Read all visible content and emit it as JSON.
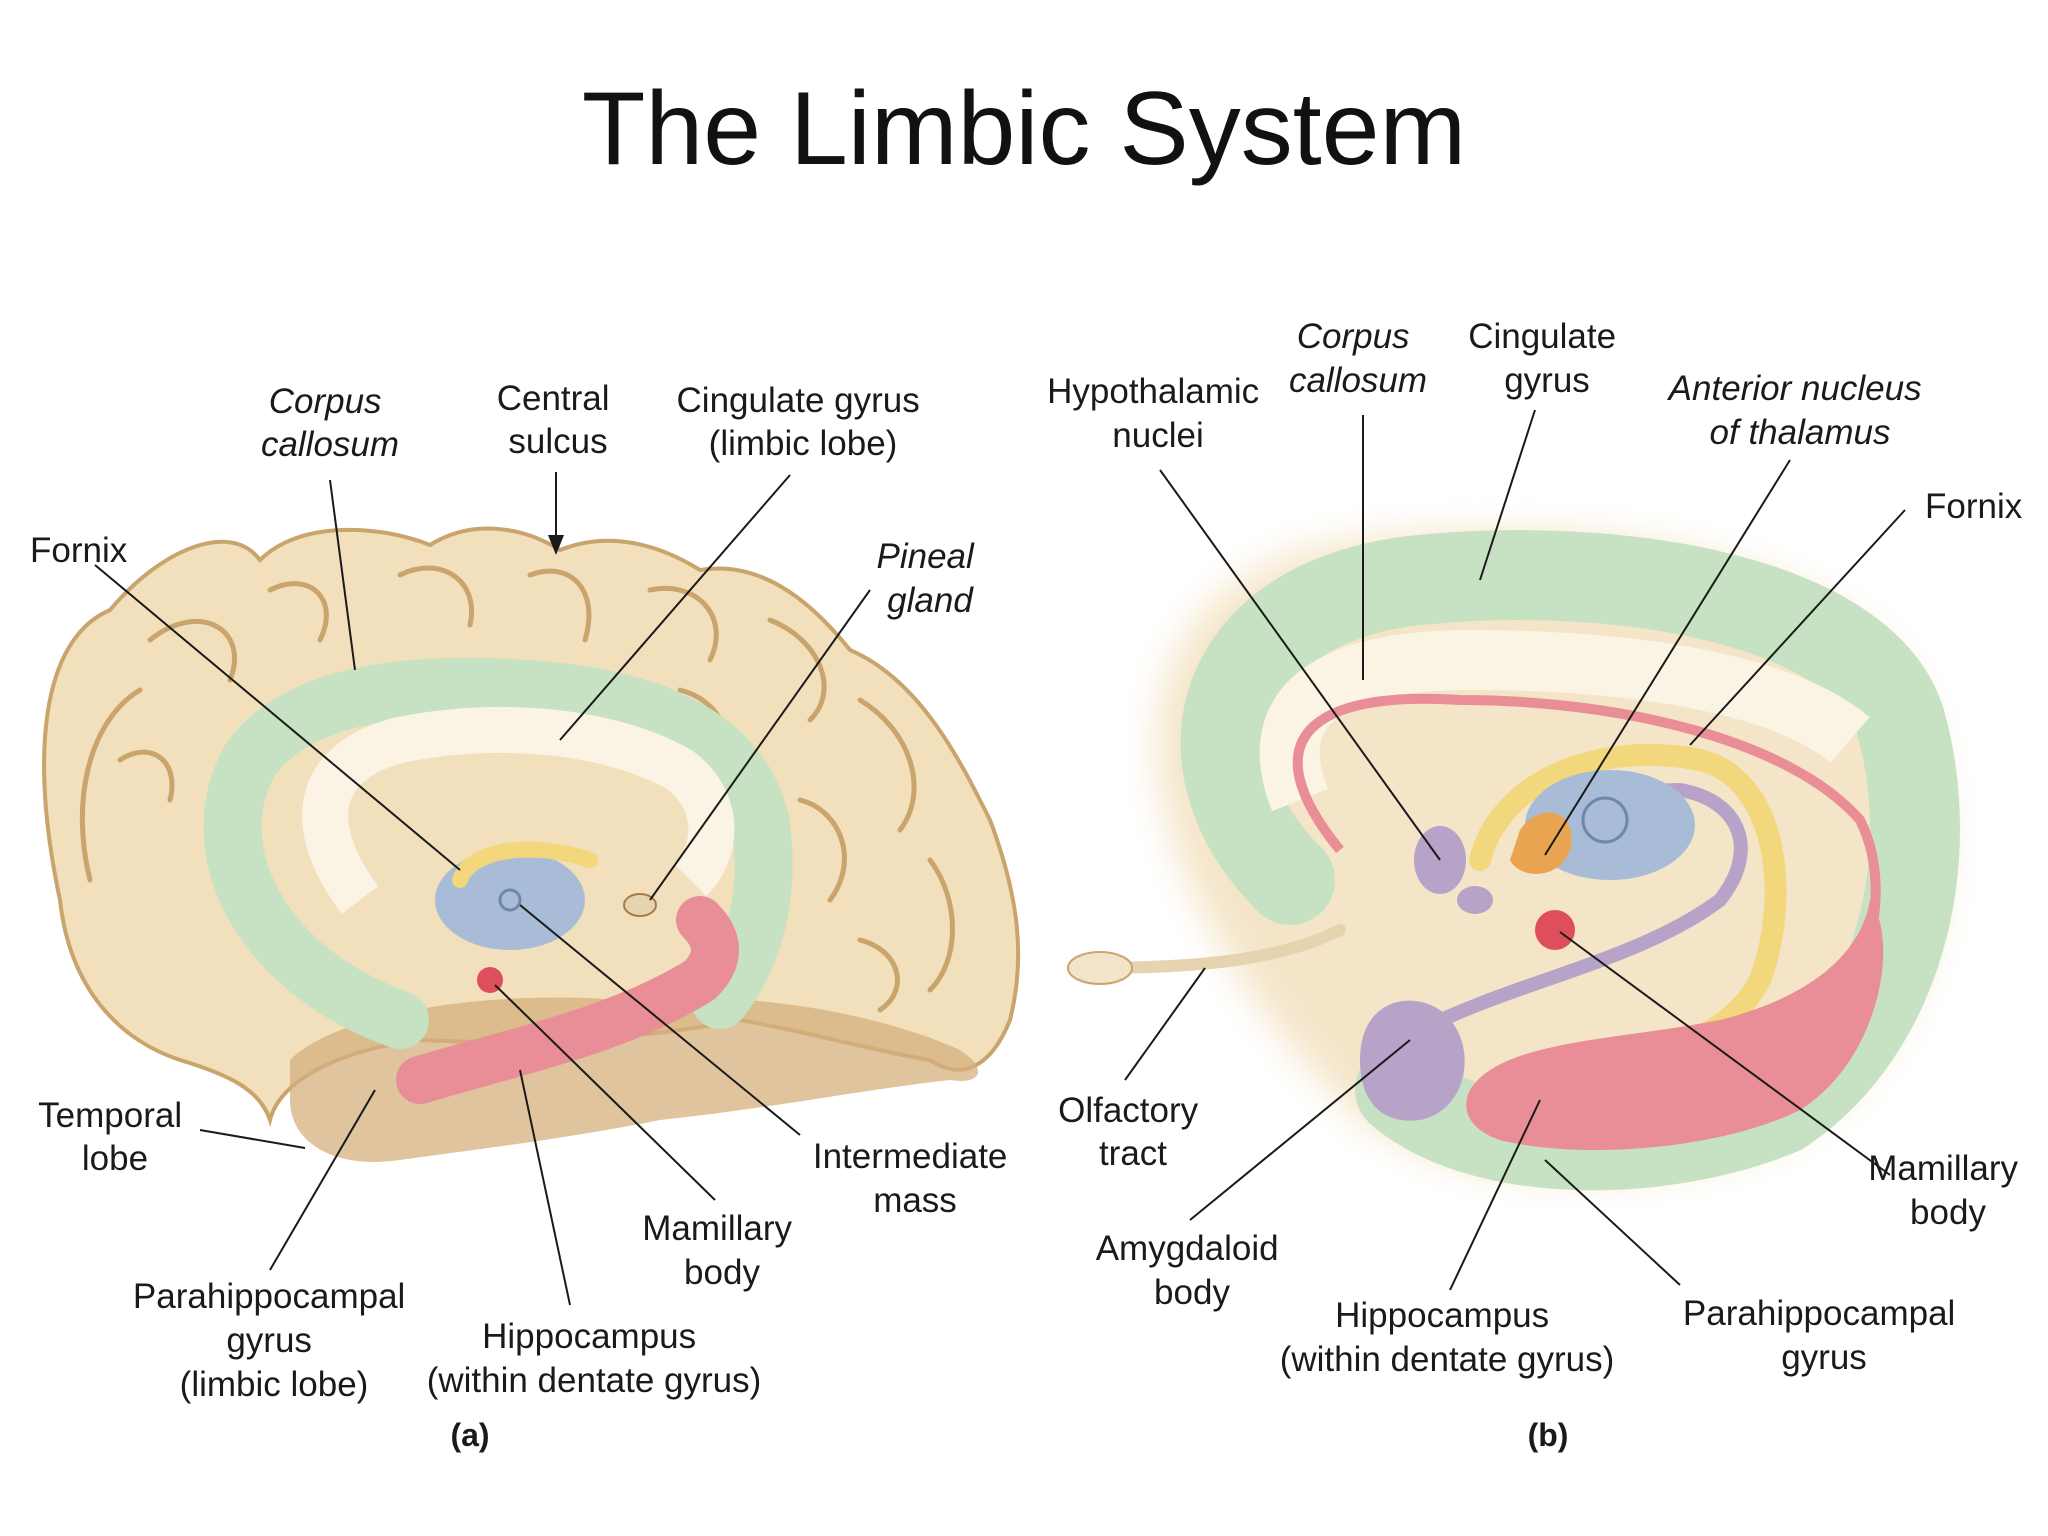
{
  "title": "The Limbic System",
  "colors": {
    "cerebrum": "#f2dfbb",
    "cerebrum_outline": "#c9a46c",
    "temporal": "#d4b07e",
    "limbic_green": "#c6e2c2",
    "thalamus_blue": "#a8bcd8",
    "fornix_yellow": "#f3d77c",
    "hippocampus_pink": "#e98e96",
    "mamillary_red": "#dd4f5c",
    "hypothalamus_purple": "#b6a3c7",
    "anterior_orange": "#e9a451"
  },
  "panel_a": {
    "panel_label": "(a)",
    "labels": {
      "corpus_callosum": [
        "Corpus",
        "callosum"
      ],
      "central_sulcus": [
        "Central",
        "sulcus"
      ],
      "cingulate_gyrus": [
        "Cingulate gyrus",
        "(limbic lobe)"
      ],
      "fornix": [
        "Fornix"
      ],
      "pineal_gland": [
        "Pineal",
        "gland"
      ],
      "temporal_lobe": [
        "Temporal",
        "lobe"
      ],
      "intermediate_mass": [
        "Intermediate",
        "mass"
      ],
      "mamillary_body": [
        "Mamillary",
        "body"
      ],
      "parahippocampal_gyrus": [
        "Parahippocampal",
        "gyrus",
        "(limbic lobe)"
      ],
      "hippocampus": [
        "Hippocampus",
        "(within dentate gyrus)"
      ]
    }
  },
  "panel_b": {
    "panel_label": "(b)",
    "labels": {
      "corpus_callosum": [
        "Corpus",
        "callosum"
      ],
      "cingulate_gyrus": [
        "Cingulate",
        "gyrus"
      ],
      "hypothalamic_nuclei": [
        "Hypothalamic",
        "nuclei"
      ],
      "anterior_nucleus": [
        "Anterior nucleus",
        "of thalamus"
      ],
      "fornix": [
        "Fornix"
      ],
      "olfactory_tract": [
        "Olfactory",
        "tract"
      ],
      "mamillary_body": [
        "Mamillary",
        "body"
      ],
      "amygdaloid_body": [
        "Amygdaloid",
        "body"
      ],
      "hippocampus": [
        "Hippocampus",
        "(within dentate gyrus)"
      ],
      "parahippocampal_gyrus": [
        "Parahippocampal",
        "gyrus"
      ]
    }
  }
}
